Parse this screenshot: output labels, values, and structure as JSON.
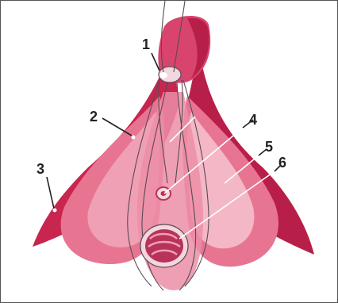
{
  "callouts": [
    {
      "label": "1"
    },
    {
      "label": "2"
    },
    {
      "label": "3"
    },
    {
      "label": "4"
    },
    {
      "label": "5"
    },
    {
      "label": "6"
    }
  ],
  "colors": {
    "outer": "#c8254f",
    "outer_dark": "#a81a42",
    "body": "#d9446c",
    "bulb": "#e77592",
    "bulb_light": "#f0a0b4",
    "inner": "#f3b7c5",
    "opening": "#b8325a",
    "line": "#ffffff",
    "outline": "#5a4a55"
  }
}
